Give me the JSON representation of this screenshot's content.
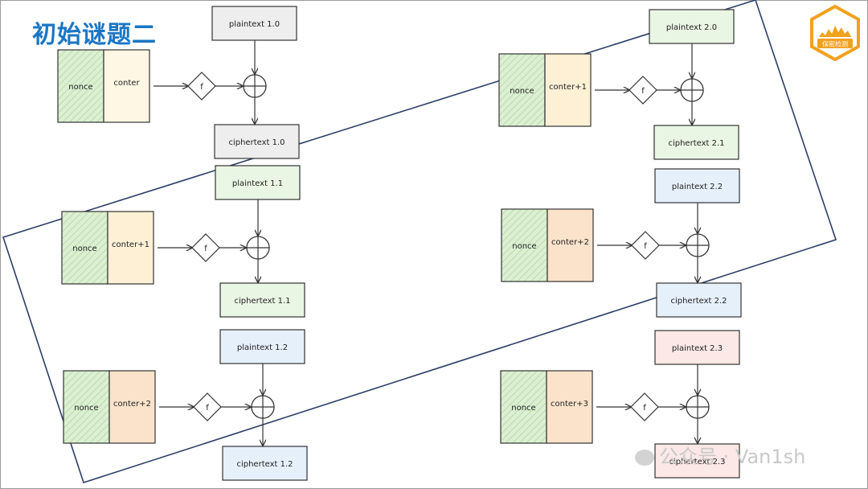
{
  "slide_title": "初始谜题二",
  "watermark": "公众号 · Van1sh",
  "logo_text": "保密检测",
  "blocks": [
    {
      "id": "1.0",
      "nonce": "nonce",
      "counter": "conter",
      "f": "f",
      "plaintext": "plaintext 1.0",
      "ciphertext": "ciphertext 1.0",
      "counter_color": "#fdf7e3",
      "plain_color": "#eeeeee",
      "cipher_color": "#eeeeee"
    },
    {
      "id": "1.1",
      "nonce": "nonce",
      "counter": "conter+1",
      "f": "f",
      "plaintext": "plaintext 1.1",
      "ciphertext": "ciphertext 1.1",
      "counter_color": "#fdf0d5",
      "plain_color": "#eaf6e4",
      "cipher_color": "#eaf6e4"
    },
    {
      "id": "1.2",
      "nonce": "nonce",
      "counter": "conter+2",
      "f": "f",
      "plaintext": "plaintext 1.2",
      "ciphertext": "ciphertext 1.2",
      "counter_color": "#fbe3cb",
      "plain_color": "#e6f0fb",
      "cipher_color": "#e6f0fb"
    },
    {
      "id": "2.0",
      "nonce": "nonce",
      "counter": "conter+1",
      "f": "f",
      "plaintext": "plaintext 2.0",
      "ciphertext": "ciphertext 2.1",
      "counter_color": "#fdf0d5",
      "plain_color": "#eaf6e4",
      "cipher_color": "#eaf6e4"
    },
    {
      "id": "2.2",
      "nonce": "nonce",
      "counter": "conter+2",
      "f": "f",
      "plaintext": "plaintext 2.2",
      "ciphertext": "ciphertext 2.2",
      "counter_color": "#fbe3cb",
      "plain_color": "#e6f0fb",
      "cipher_color": "#e6f0fb"
    },
    {
      "id": "2.3",
      "nonce": "nonce",
      "counter": "conter+3",
      "f": "f",
      "plaintext": "plaintext 2.3",
      "ciphertext": "ciphertext 2.3",
      "counter_color": "#fbe3cb",
      "plain_color": "#fce8e6",
      "cipher_color": "#fce8e6"
    }
  ],
  "colors": {
    "nonce": "#dcefd3",
    "stroke": "#333333",
    "accent_title": "#1b76c5",
    "logo": "#f2a11d",
    "highlight_frame": "#2c3e66"
  }
}
